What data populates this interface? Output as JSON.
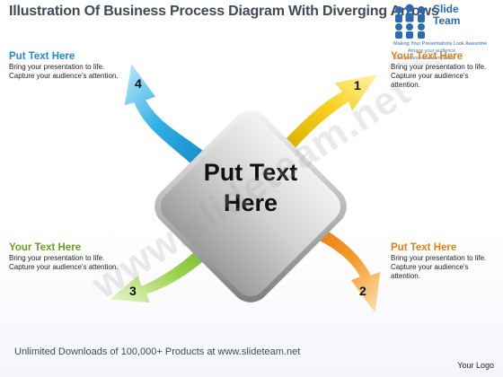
{
  "title": "Illustration Of Business Process Diagram  With  Diverging Arrows",
  "center_label": "Put Text Here",
  "blocks": [
    {
      "heading": "Put Text Here",
      "body": "Bring your presentation to life. Capture your audience's attention."
    },
    {
      "heading": "Your Text Here",
      "body": "Bring your presentation to life. Capture your audience's attention."
    },
    {
      "heading": "Your Text Here",
      "body": "Bring your presentation to life. Capture your audience's attention."
    },
    {
      "heading": "Put Text Here",
      "body": "Bring your presentation to life. Capture your audience's attention."
    }
  ],
  "arrows": [
    {
      "number": "1",
      "color": "#f2c200"
    },
    {
      "number": "2",
      "color": "#f08c1e"
    },
    {
      "number": "3",
      "color": "#8cc63e"
    },
    {
      "number": "4",
      "color": "#29a8e0"
    }
  ],
  "brand": {
    "name_line1": "Slide",
    "name_line2": "Team",
    "tagline1": "Making Your Presentations Look Awesome",
    "tagline2": "Amaze your audience",
    "tagline3": "Get professional templates",
    "url": "www.slideteam.net"
  },
  "watermark": "www.slideteam.net",
  "footer": "Unlimited Downloads of 100,000+ Products at www.slideteam.net",
  "logo_text": "Your Logo"
}
